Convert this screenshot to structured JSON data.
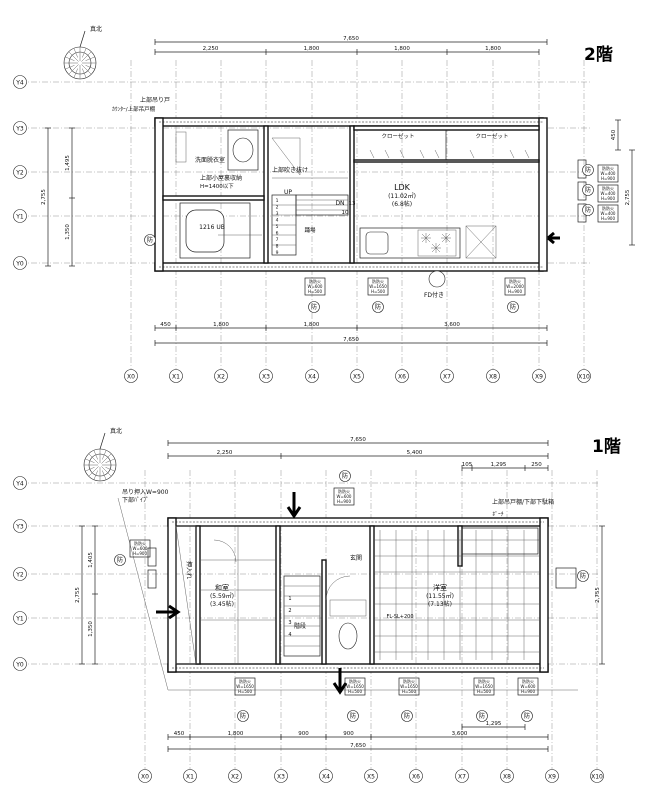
{
  "floor2": {
    "title": "2階",
    "north": "真北",
    "dim_top_total": "7,650",
    "dim_top_parts": [
      "2,250",
      "1,800",
      "1,800",
      "1,800"
    ],
    "dim_bottom_parts": [
      "450",
      "1,800",
      "1,800",
      "3,600"
    ],
    "dim_bottom_total": "7,650",
    "dim_left_parts": [
      "1,495",
      "1,350"
    ],
    "dim_left_total": "2,755",
    "dim_right_parts": [
      "450"
    ],
    "dim_right_total": "2,755",
    "labels": {
      "note1": "上部吊り戸",
      "note2": "ｶｳﾝﾀｰ/上部吊戸棚",
      "washroom": "洗面脱衣室",
      "attic": "上部小屋裏収納",
      "attic_h": "H=1400以下",
      "void": "上部吹き抜け",
      "up": "UP",
      "dn": "DN",
      "ub": "1216 UB",
      "ldk": "LDK",
      "ldk_area": "(11.02㎡)",
      "ldk_tatami": "(6.8帖)",
      "closet1": "クローゼット",
      "closet2": "クローゼット",
      "landing": "踊場",
      "fd": "FD付き",
      "stair_top": "13",
      "stair_mid": "10",
      "stair_seq": [
        "1",
        "2",
        "3",
        "4",
        "5",
        "6",
        "7",
        "8",
        "9"
      ]
    },
    "window_tags": [
      [
        "防",
        "W=600",
        "H=500"
      ],
      [
        "防",
        "W=1650",
        "H=500"
      ],
      [
        "防",
        "W=2000",
        "H=900"
      ],
      [
        "防",
        "W=400",
        "H=900"
      ],
      [
        "防",
        "W=400",
        "H=900"
      ],
      [
        "防",
        "W=400",
        "H=900"
      ]
    ]
  },
  "floor1": {
    "title": "1階",
    "north": "真北",
    "dim_top_total": "7,650",
    "dim_top_parts": [
      "2,250",
      "5,400"
    ],
    "dim_top2_parts": [
      "105",
      "1,295",
      "250"
    ],
    "dim_bottom_parts": [
      "450",
      "1,800",
      "900",
      "900",
      "3,600"
    ],
    "dim_bottom_total": "7,650",
    "dim_bottom2_parts": [
      "1,295"
    ],
    "dim_left_parts": [
      "1,405",
      "1,350"
    ],
    "dim_left_total": "2,755",
    "dim_right_total": "2,755",
    "labels": {
      "note_top": "上部吊戸棚/下部下駄箱",
      "storage": "吊り押入W=900",
      "storage2": "下部ﾊﾟｲﾌﾟ",
      "closet": "押入れ",
      "room1": "和室",
      "room1_area": "(5.59㎡)",
      "room1_tatami": "(3.45帖)",
      "room2": "洋室",
      "room2_area": "(11.55㎡)",
      "room2_tatami": "(7.13帖)",
      "entrance": "玄関",
      "stair_label": "階段",
      "rail": "FL-SL+200",
      "shoe": "ﾎﾟｰﾁ",
      "stair_seq": [
        "1",
        "2",
        "3",
        "4"
      ]
    },
    "window_tags": [
      [
        "防",
        "W=1650",
        "H=500"
      ],
      [
        "防",
        "W=1650",
        "H=500"
      ],
      [
        "防",
        "W=1650",
        "H=500"
      ],
      [
        "防",
        "W=1650",
        "H=500"
      ],
      [
        "防",
        "W=600",
        "H=900"
      ],
      [
        "防",
        "W=600",
        "H=900"
      ],
      [
        "防",
        "W=600",
        "H=900"
      ]
    ]
  },
  "axes": {
    "x": [
      "X0",
      "X1",
      "X2",
      "X3",
      "X4",
      "X5",
      "X6",
      "X7",
      "X8",
      "X9",
      "X10"
    ],
    "y": [
      "Y4",
      "Y3",
      "Y2",
      "Y1",
      "Y0"
    ]
  },
  "symbol": "防"
}
